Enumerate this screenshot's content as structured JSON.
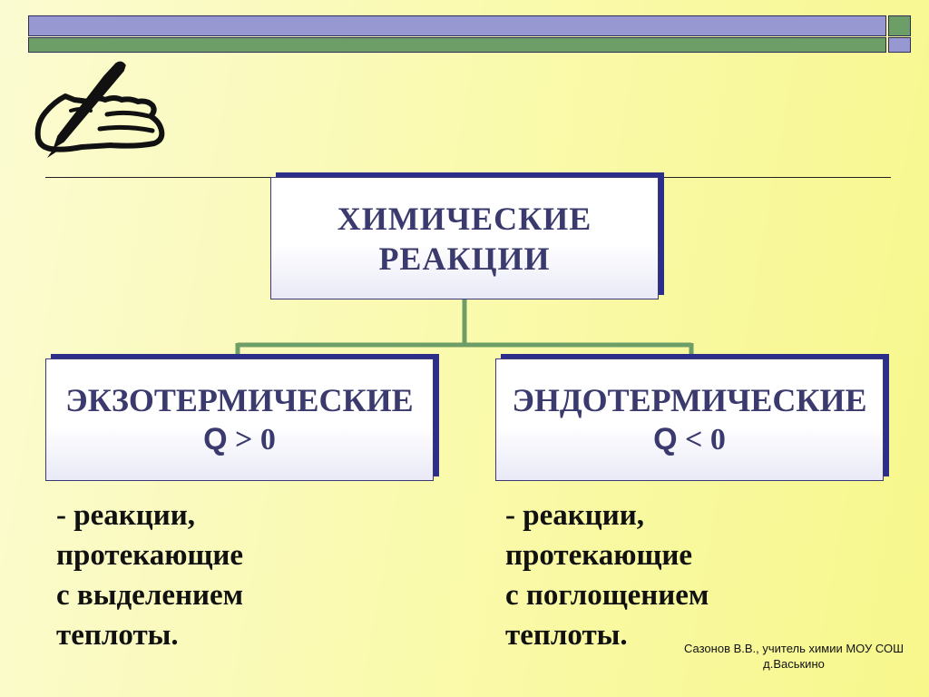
{
  "diagram": {
    "root": {
      "line1": "ХИМИЧЕСКИЕ",
      "line2": "РЕАКЦИИ"
    },
    "left": {
      "title": "ЭКЗОТЕРМИЧЕСКИЕ",
      "q_symbol": "Q",
      "q_relation": " > 0",
      "description": [
        "- реакции,",
        "протекающие",
        "с выделением",
        "теплоты."
      ]
    },
    "right": {
      "title": "ЭНДОТЕРМИЧЕСКИЕ",
      "q_symbol": "Q",
      "q_relation": " < 0",
      "description": [
        "- реакции,",
        "протекающие",
        "с поглощением",
        "теплоты."
      ]
    }
  },
  "footer": {
    "author_line1": "Сазонов В.В., учитель химии МОУ СОШ",
    "author_line2": "д.Васькино"
  },
  "colors": {
    "box_text": "#3a3a6e",
    "box_shadow": "#2d2d8a",
    "connector": "#6e9e68",
    "bar_blue": "#9797d2",
    "bar_green": "#6e9e68"
  },
  "icons": {
    "writing": "hand-writing-icon"
  }
}
